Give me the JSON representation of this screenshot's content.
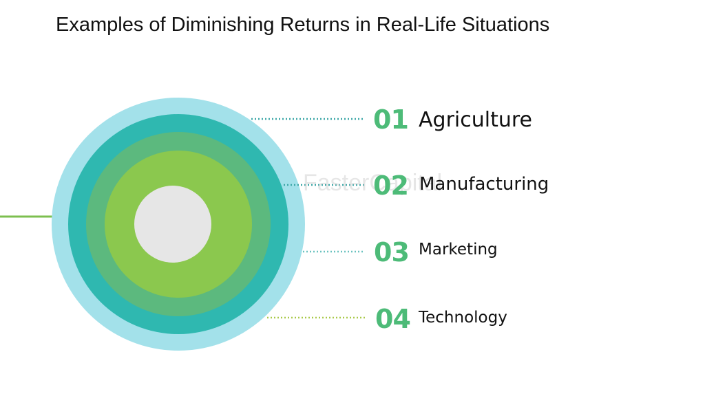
{
  "title": "Examples of Diminishing Returns in Real-Life Situations",
  "watermark": "FasterCapital",
  "items": [
    {
      "number": "01",
      "label": "Agriculture",
      "line_color": "#3aa6a6"
    },
    {
      "number": "02",
      "label": "Manufacturing",
      "line_color": "#3aa6a6"
    },
    {
      "number": "03",
      "label": "Marketing",
      "line_color": "#6ac2c0"
    },
    {
      "number": "04",
      "label": "Technology",
      "line_color": "#a9c94a"
    }
  ],
  "rings": [
    "#a3e1ea",
    "#2fb8b0",
    "#5cb97e",
    "#8bc84e",
    "#e6e6e6"
  ],
  "accent_line_color": "#7cbf4f"
}
